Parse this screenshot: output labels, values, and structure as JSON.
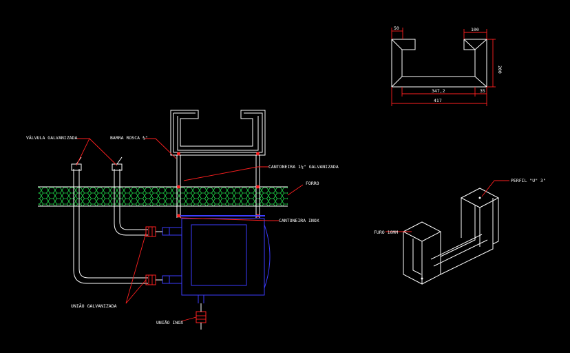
{
  "labels": {
    "valvula": "VÁLVULA GALVANIZADA",
    "barra": "BARRA ROSCA ⅜\"",
    "cantoneira_galv": "CANTONEIRA 1¼\" GALVANIZADA",
    "forro": "FORRO",
    "cantoneira_inox": "CANTONEIRA INOX",
    "uniao_galv": "UNIÃO GALVANIZADA",
    "uniao_inox": "UNIÃO INOX",
    "perfil": "PERFIL \"U\" 3\"",
    "furo": "FURO 10MM"
  },
  "dimensions": {
    "d50": "50",
    "d100": "100",
    "d200": "200",
    "d347": "347,2",
    "d35": "35",
    "d417": "417"
  },
  "colors": {
    "background": "#000000",
    "lines": "#ffffff",
    "leaders": "#ff2020",
    "equipment": "#3c3cff",
    "insulation": "#1fd94a"
  }
}
